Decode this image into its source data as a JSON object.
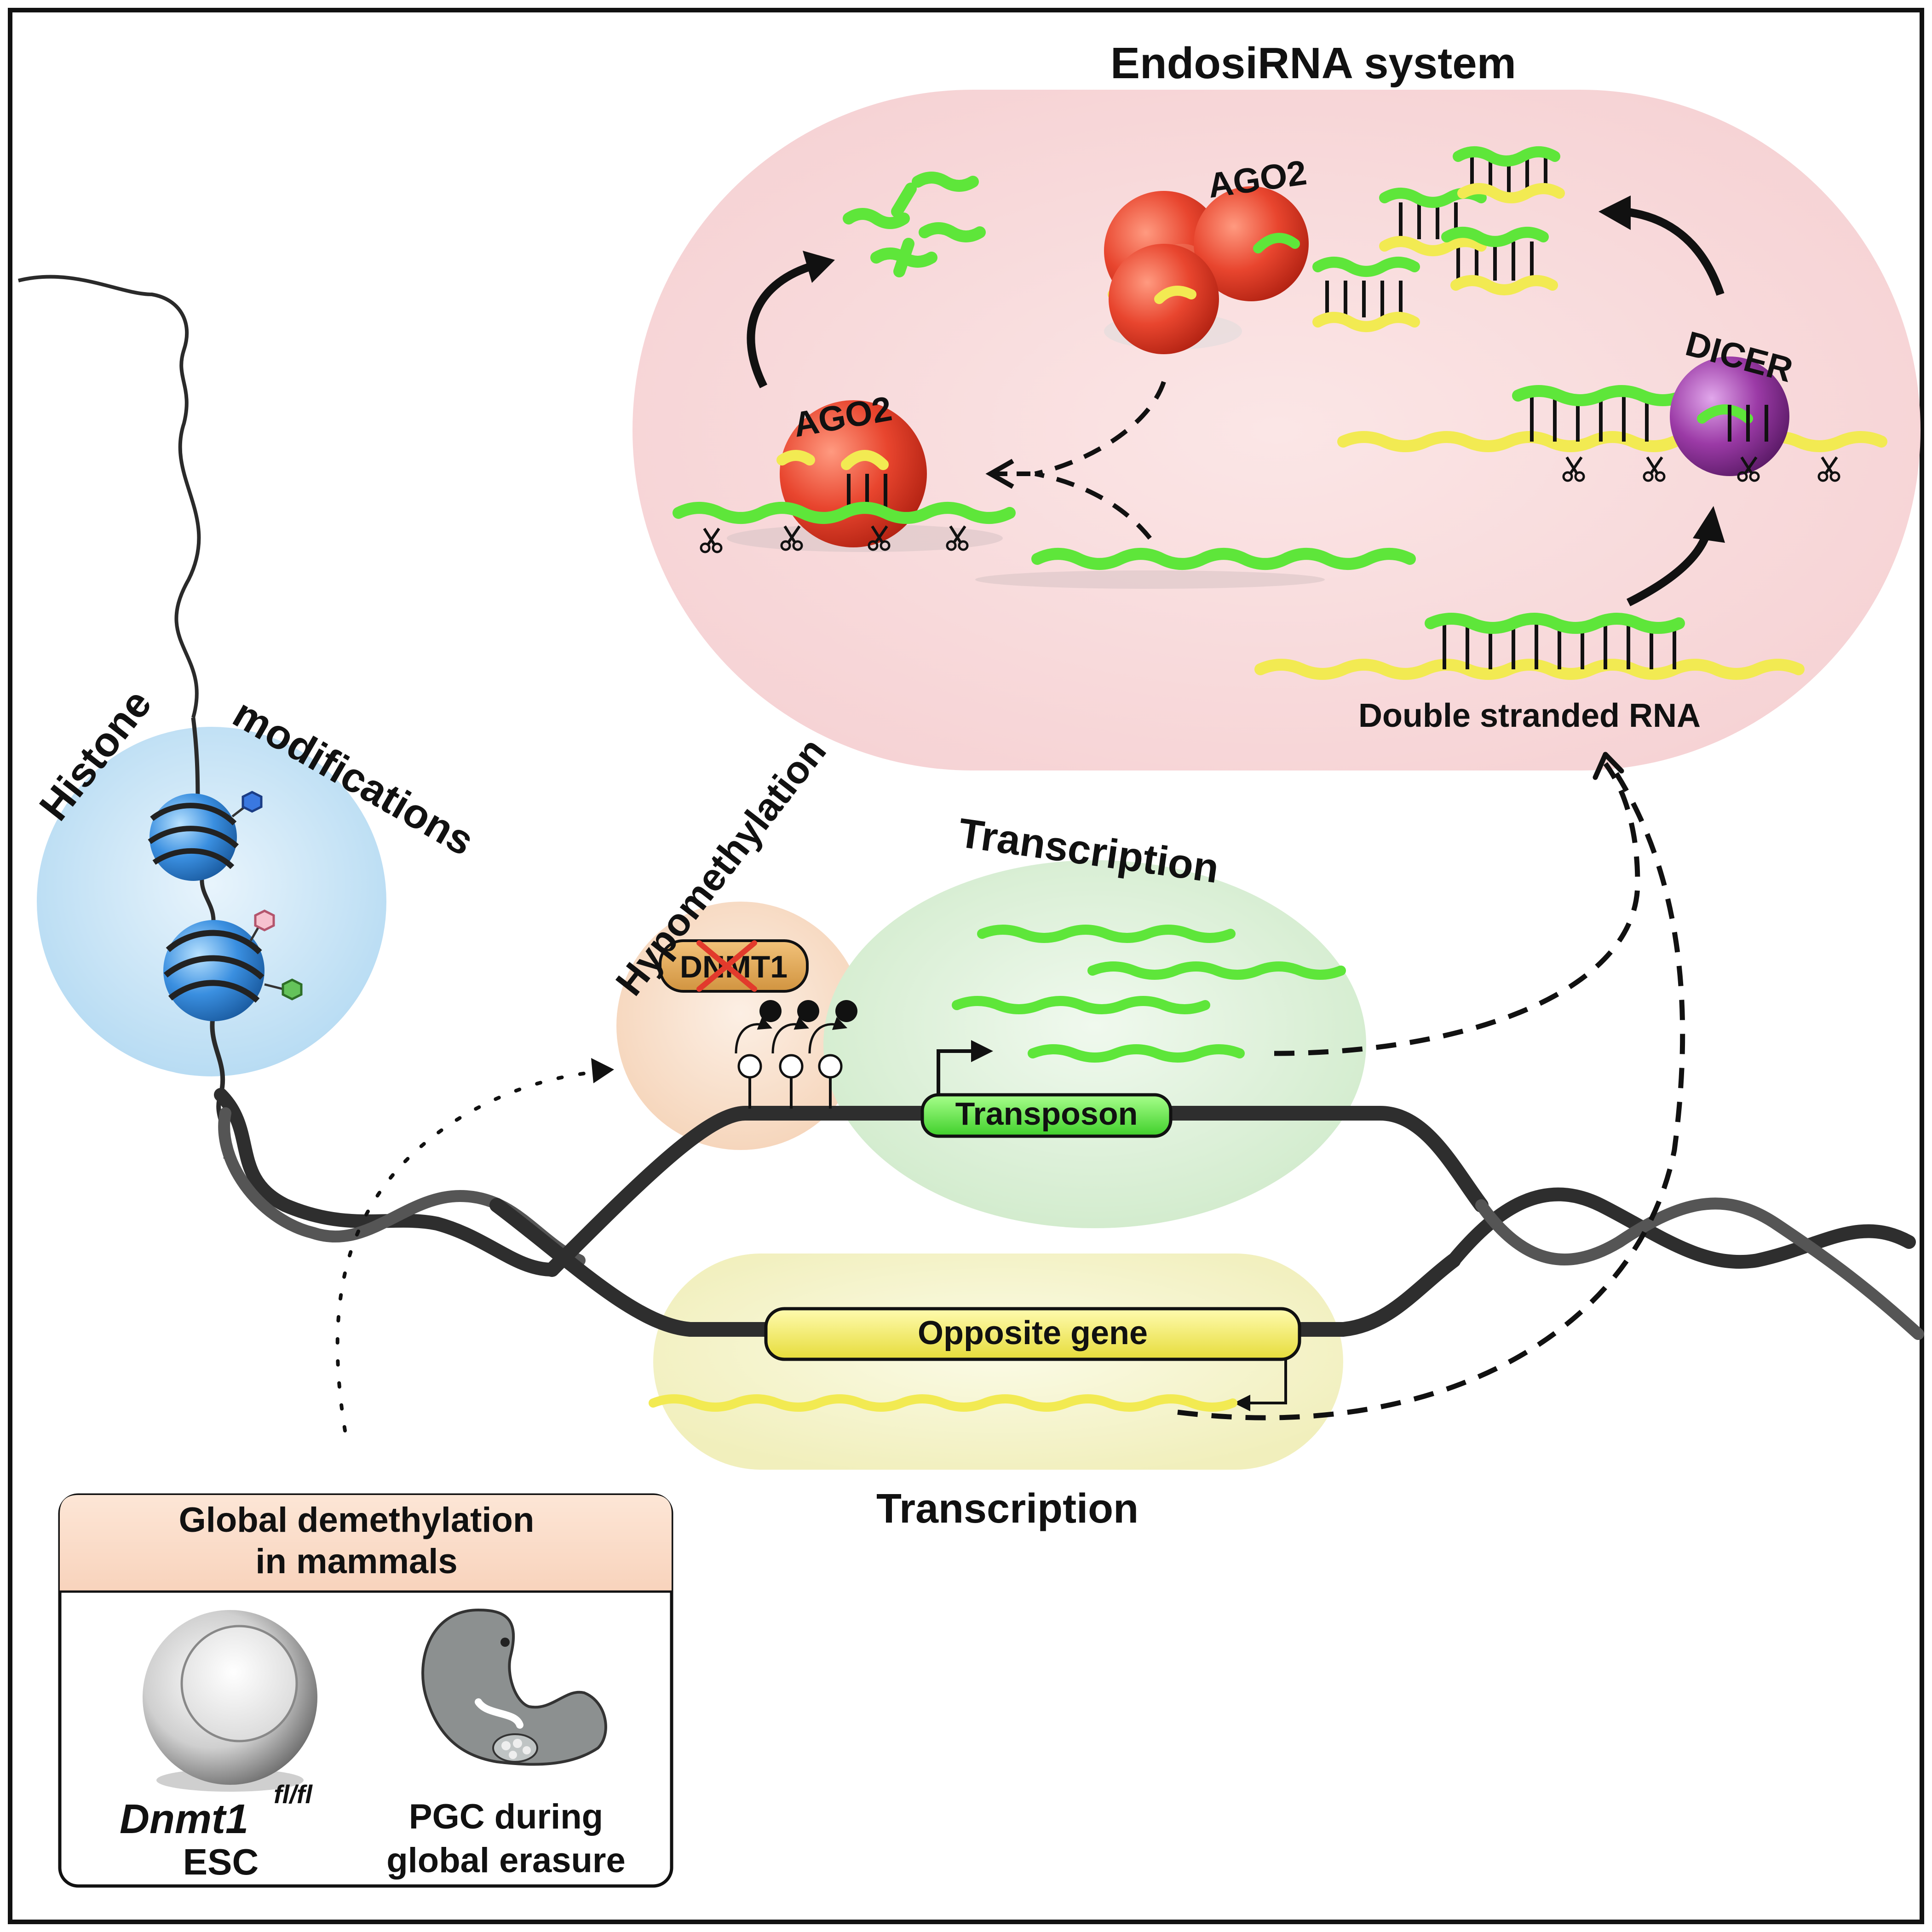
{
  "labels": {
    "endosirna_title": "EndosiRNA system",
    "ago2_top": "AGO2",
    "ago2_left": "AGO2",
    "dicer": "DICER",
    "dsrna": "Double stranded RNA",
    "histone_word": "Histone",
    "modifications_word": "modifications",
    "hypomethylation": "Hypomethylation",
    "dnmt1": "DNMT1",
    "transcription_top": "Transcription",
    "transposon": "Transposon",
    "opposite_gene": "Opposite gene",
    "transcription_bottom": "Transcription"
  },
  "legend_box": {
    "title_line1": "Global demethylation",
    "title_line2": "in mammals",
    "cell_name": "Dnmt1",
    "cell_superscript": "fl/fl",
    "cell_type": "ESC",
    "embryo_line1": "PGC during",
    "embryo_line2": "global erasure"
  },
  "colors": {
    "pink_panel": "#f8d9da",
    "histone_bubble": "#bfe0f4",
    "hypomethylation_bubble": "#f8dcc6",
    "transcription_bubble": "#d9efd5",
    "opposite_bubble": "#f4f3c4",
    "sirna_green": "#5ee63a",
    "rna_yellow": "#f2ea52",
    "ago2_red": "#e8452e",
    "dicer_purple": "#9b3aa6",
    "histone_blue": "#3a8fe0",
    "dna_dark": "#2e2e2e"
  }
}
